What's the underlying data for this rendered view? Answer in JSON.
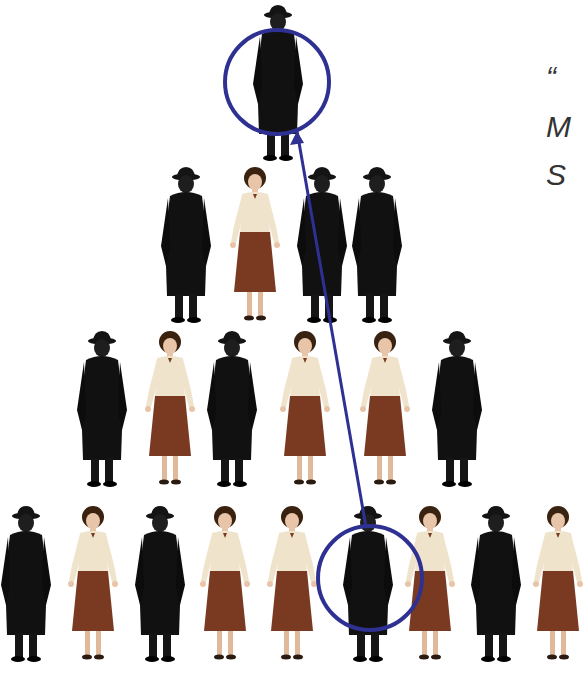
{
  "diagram": {
    "labels": [
      "“",
      "M",
      "S"
    ]
  }
}
